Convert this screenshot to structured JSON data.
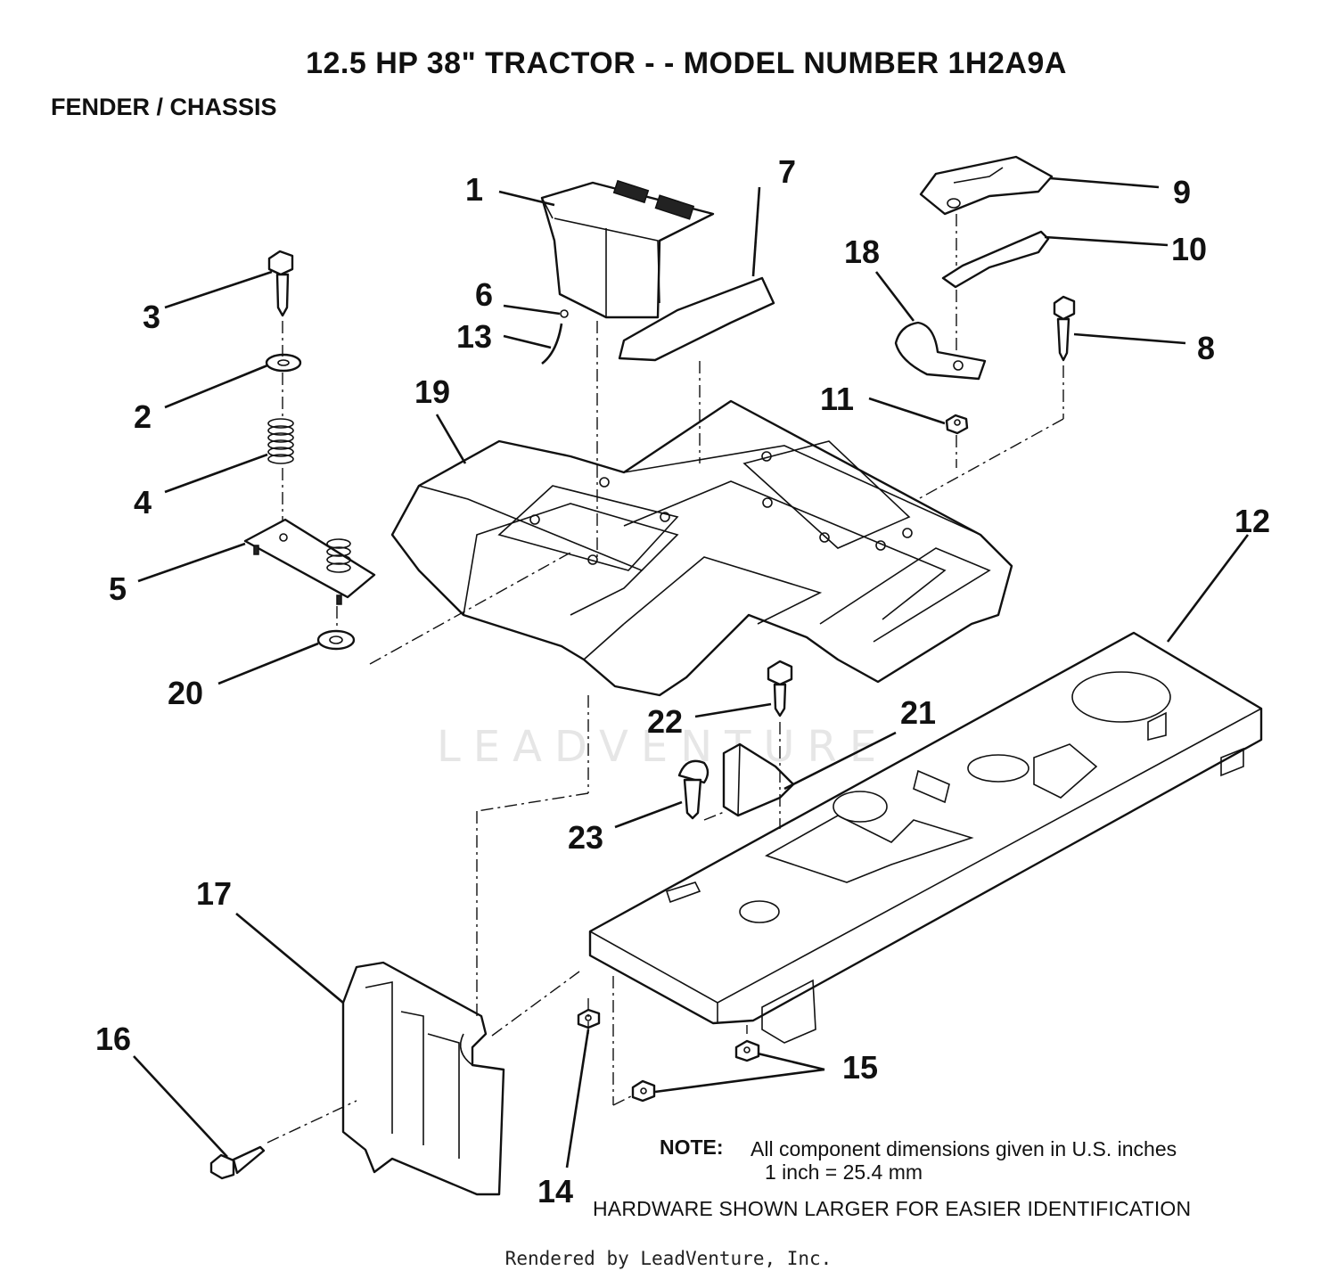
{
  "title": "12.5 HP 38\" TRACTOR - - MODEL NUMBER 1H2A9A",
  "subtitle": "FENDER / CHASSIS",
  "watermark": "LEADVENTURE",
  "callouts": {
    "c1": "1",
    "c2": "2",
    "c3": "3",
    "c4": "4",
    "c5": "5",
    "c6": "6",
    "c7": "7",
    "c8": "8",
    "c9": "9",
    "c10": "10",
    "c11": "11",
    "c12": "12",
    "c13": "13",
    "c14": "14",
    "c15": "15",
    "c16": "16",
    "c17": "17",
    "c18": "18",
    "c19": "19",
    "c20": "20",
    "c21": "21",
    "c22": "22",
    "c23": "23"
  },
  "note": {
    "label": "NOTE:",
    "line1": "All component dimensions given in U.S. inches",
    "line2": "1 inch = 25.4 mm",
    "line3": "HARDWARE SHOWN LARGER FOR EASIER IDENTIFICATION"
  },
  "footer": "Rendered by LeadVenture, Inc."
}
